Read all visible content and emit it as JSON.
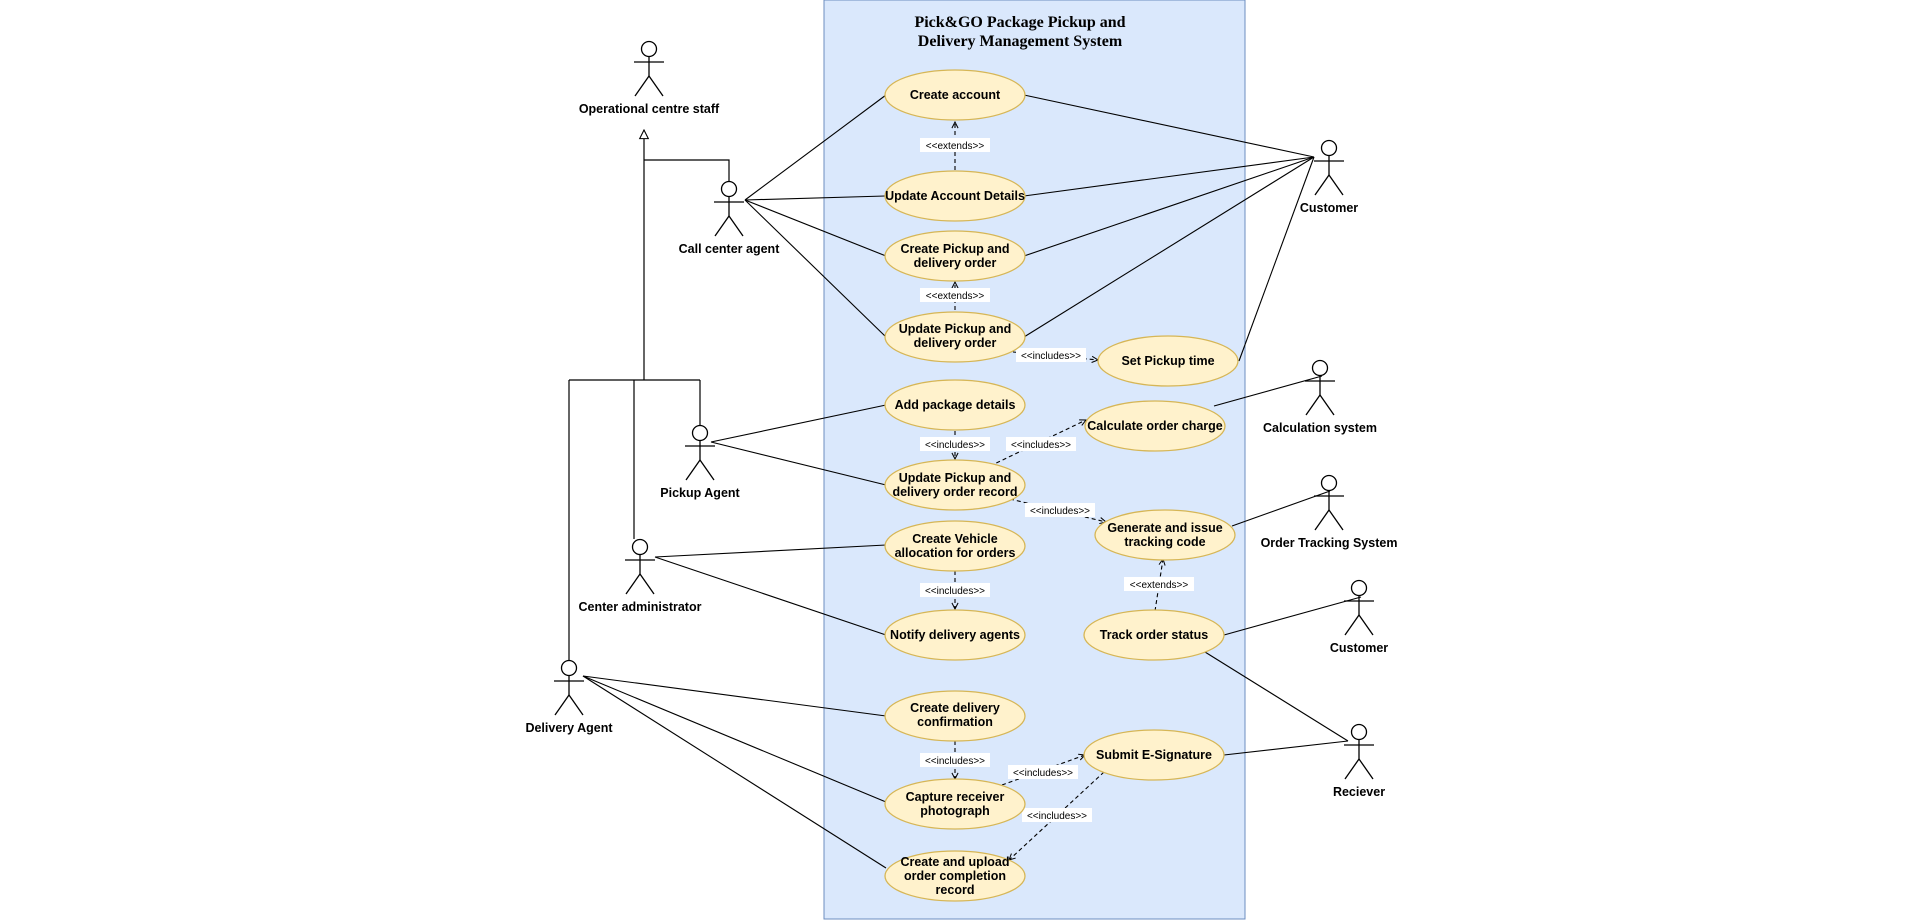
{
  "system": {
    "title_line1": "Pick&GO Package Pickup and",
    "title_line2": "Delivery Management System"
  },
  "actors": {
    "operational_staff": "Operational centre staff",
    "call_center_agent": "Call center agent",
    "pickup_agent": "Pickup Agent",
    "center_administrator": "Center administrator",
    "delivery_agent": "Delivery Agent",
    "customer_main": "Customer",
    "calculation_system": "Calculation system",
    "order_tracking_system": "Order Tracking System",
    "customer_track": "Customer",
    "receiver": "Reciever"
  },
  "use_cases": {
    "create_account": [
      "Create account"
    ],
    "update_account_details": [
      "Update Account Details"
    ],
    "create_pickup_order": [
      "Create Pickup and",
      "delivery order"
    ],
    "update_pickup_order": [
      "Update Pickup and",
      "delivery order"
    ],
    "set_pickup_time": [
      "Set Pickup time"
    ],
    "add_package_details": [
      "Add package details"
    ],
    "calculate_order_charge": [
      "Calculate order charge"
    ],
    "update_order_record": [
      "Update Pickup and",
      "delivery order record"
    ],
    "generate_tracking_code": [
      "Generate and issue",
      "tracking code"
    ],
    "create_vehicle_allocation": [
      "Create Vehicle",
      "allocation for orders"
    ],
    "notify_delivery_agents": [
      "Notify delivery agents"
    ],
    "track_order_status": [
      "Track order status"
    ],
    "create_delivery_confirmation": [
      "Create delivery",
      "confirmation"
    ],
    "submit_e_signature": [
      "Submit E-Signature"
    ],
    "capture_receiver_photograph": [
      "Capture receiver",
      "photograph"
    ],
    "create_upload_completion_record": [
      "Create and upload",
      "order completion",
      "record"
    ]
  },
  "relations": {
    "extends": "<<extends>>",
    "includes": "<<includes>>"
  },
  "colors": {
    "system_fill": "#dae8fc",
    "system_stroke": "#6c8ebf",
    "usecase_fill": "#fff2cc",
    "usecase_stroke": "#d6b656",
    "line": "#000000"
  }
}
